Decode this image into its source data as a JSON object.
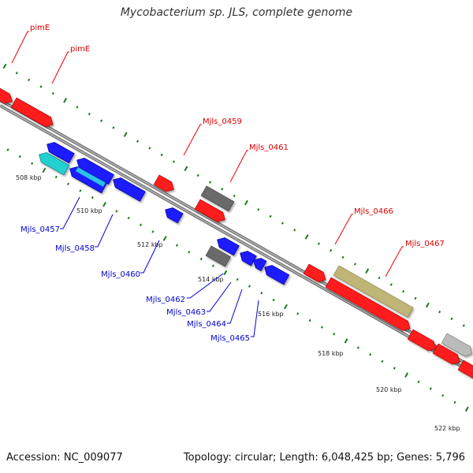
{
  "title": "Mycobacterium sp. JLS, complete genome",
  "accession": "Accession: NC_009077",
  "summary": "Topology: circular; Length: 6,048,425 bp; Genes: 5,796",
  "colors": {
    "forward_gene": "#ff0000",
    "reverse_gene": "#0000ee",
    "pseudo_gene": "#666666",
    "light_gene": "#bbbbbb",
    "highlight_cyan": "#00cccc",
    "highlight_olive": "#b8b070",
    "tick_mark": "#1a7a1a",
    "forward_label": "#cc0000",
    "reverse_label": "#0000cc",
    "backbone": "#808080"
  },
  "ticks": [
    {
      "label": "508 kbp"
    },
    {
      "label": "510 kbp"
    },
    {
      "label": "512 kbp"
    },
    {
      "label": "514 kbp"
    },
    {
      "label": "516 kbp"
    },
    {
      "label": "518 kbp"
    },
    {
      "label": "520 kbp"
    },
    {
      "label": "522 kbp"
    }
  ],
  "forward_labels": [
    "pimE",
    "pimE",
    "Mjls_0459",
    "Mjls_0461",
    "Mjls_0466",
    "Mjls_0467"
  ],
  "reverse_labels": [
    "Mjls_0457",
    "Mjls_0458",
    "Mjls_0460",
    "Mjls_0462",
    "Mjls_0463",
    "Mjls_0464",
    "Mjls_0465"
  ]
}
